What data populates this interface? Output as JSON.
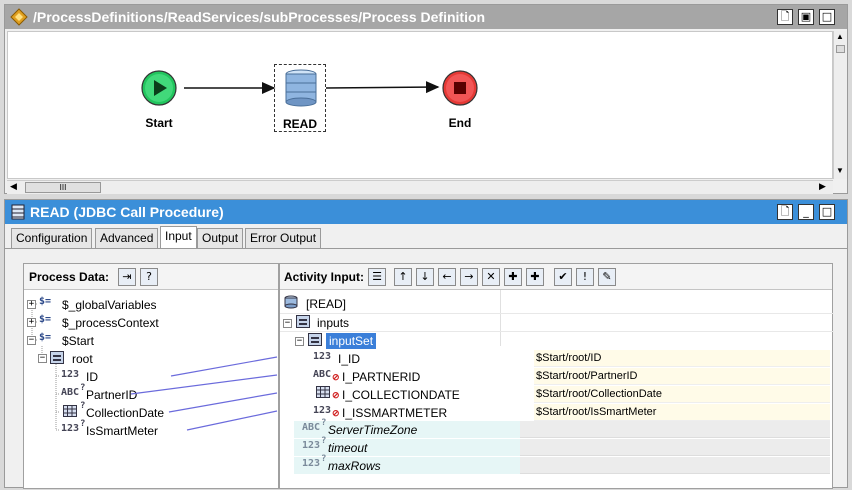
{
  "process_panel": {
    "title": "/ProcessDefinitions/ReadServices/subProcesses/Process Definition",
    "nodes": {
      "start": "Start",
      "read": "READ",
      "end": "End"
    },
    "scroll_grip": "III"
  },
  "activity_panel": {
    "title": "READ (JDBC Call Procedure)",
    "tabs": [
      "Configuration",
      "Advanced",
      "Input",
      "Output",
      "Error Output"
    ],
    "active_tab": "Input"
  },
  "process_data": {
    "header": "Process Data:",
    "tree": {
      "global_vars": "$_globalVariables",
      "process_context": "$_processContext",
      "start": "$Start",
      "root": "root",
      "id": "ID",
      "partner_id": "PartnerID",
      "collection_date": "CollectionDate",
      "is_smart_meter": "IsSmartMeter"
    }
  },
  "activity_input": {
    "header": "Activity Input:",
    "tree": {
      "read": "[READ]",
      "inputs": "inputs",
      "input_set": "inputSet",
      "i_id": "I_ID",
      "i_partnerid": "I_PARTNERID",
      "i_collectiondate": "I_COLLECTIONDATE",
      "i_issmartmeter": "I_ISSMARTMETER",
      "server_time_zone": "ServerTimeZone",
      "timeout": "timeout",
      "max_rows": "maxRows"
    },
    "mappings": {
      "i_id": "$Start/root/ID",
      "i_partnerid": "$Start/root/PartnerID",
      "i_collectiondate": "$Start/root/CollectionDate",
      "i_issmartmeter": "$Start/root/IsSmartMeter"
    }
  },
  "icons": {
    "integer": "123",
    "string": "ABC",
    "schema": "$=",
    "optional": "?"
  },
  "colors": {
    "title_gray": "#a6a6a6",
    "title_blue": "#3b8fd9",
    "start_green": "#22c55e",
    "end_red": "#e53935",
    "selection": "#3b7fd9",
    "mapping_line": "#6b6bdc"
  }
}
